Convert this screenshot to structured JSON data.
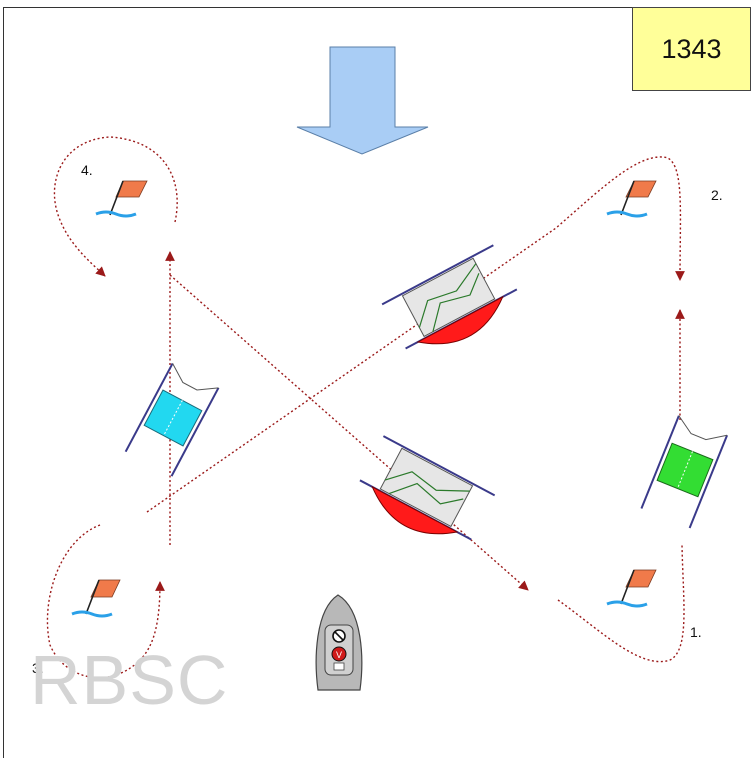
{
  "diagram_code": "1343",
  "marks": [
    {
      "label": "1."
    },
    {
      "label": "2."
    },
    {
      "label": "3."
    },
    {
      "label": "4."
    }
  ],
  "watermark": "RBSC",
  "colors": {
    "wind_arrow": "#a9cdf5",
    "track": "#9b1a1a",
    "flag": "#f07a4a",
    "water": "#2aa0e8",
    "boat_red": "#ff1a1a",
    "boat_cyan": "#22d8f0",
    "boat_green": "#33dd33",
    "code_box": "#ffff99"
  }
}
